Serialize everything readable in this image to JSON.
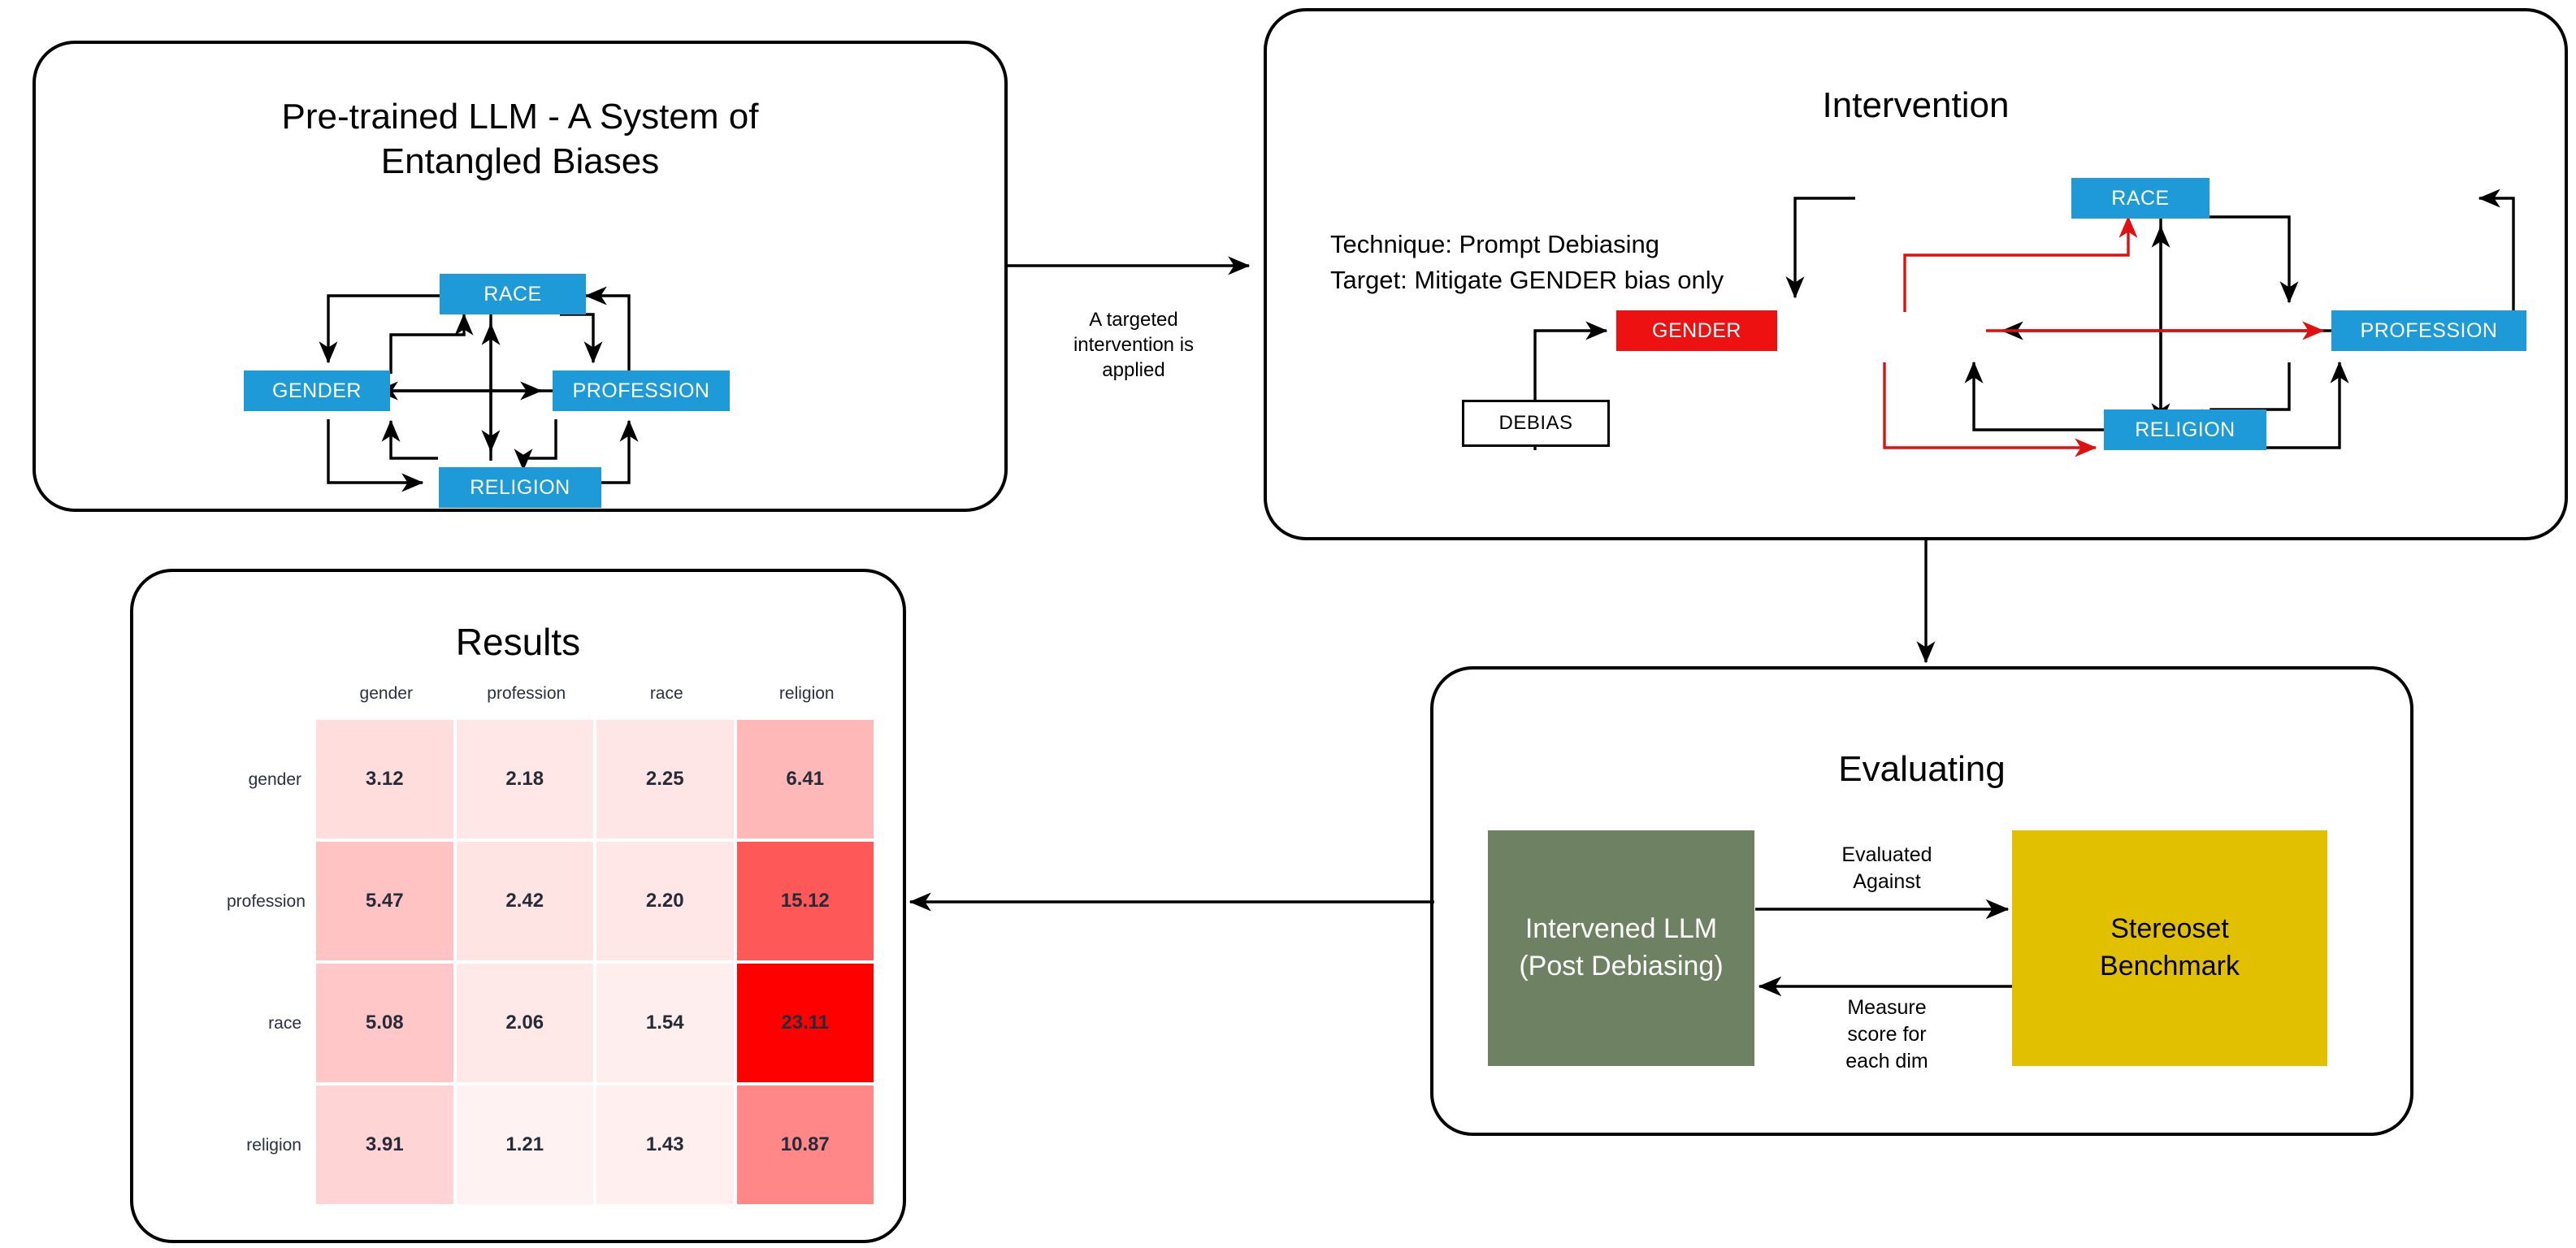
{
  "panels": {
    "pretrained": {
      "title": "Pre-trained LLM - A System of\nEntangled Biases",
      "nodes": {
        "race": "RACE",
        "gender": "GENDER",
        "profession": "PROFESSION",
        "religion": "RELIGION"
      }
    },
    "intervention": {
      "title": "Intervention",
      "body": "Technique: Prompt Debiasing\nTarget: Mitigate GENDER bias only",
      "nodes": {
        "race": "RACE",
        "gender": "GENDER",
        "profession": "PROFESSION",
        "religion": "RELIGION",
        "debias": "DEBIAS"
      }
    },
    "evaluating": {
      "title": "Evaluating",
      "llm_line1": "Intervened LLM",
      "llm_line2": "(Post Debiasing)",
      "benchmark_line1": "Stereoset",
      "benchmark_line2": "Benchmark",
      "edge_forward": "Evaluated\nAgainst",
      "edge_back": "Measure\nscore for\neach dim"
    },
    "results": {
      "title": "Results"
    }
  },
  "connectors": {
    "pretrained_to_intervention": "A targeted\nintervention is\napplied"
  },
  "colors": {
    "node_blue": "#1d9ad7",
    "node_red": "#ee1111",
    "edge_black": "#000000",
    "edge_red": "#e01010",
    "llm_green": "#6f8163",
    "benchmark_yellow": "#e0c000",
    "heat_max": "#ff0000",
    "heat_min": "#ffffff",
    "panel_border": "#000000"
  },
  "chart_data": {
    "type": "heatmap",
    "title": "Results",
    "xlabel": "",
    "ylabel": "",
    "columns": [
      "gender",
      "profession",
      "race",
      "religion"
    ],
    "rows": [
      "gender",
      "profession",
      "race",
      "religion"
    ],
    "values": [
      [
        3.12,
        2.18,
        2.25,
        6.41
      ],
      [
        5.47,
        2.42,
        2.2,
        15.12
      ],
      [
        5.08,
        2.06,
        1.54,
        23.11
      ],
      [
        3.91,
        1.21,
        1.43,
        10.87
      ]
    ],
    "value_labels": [
      [
        "3.12",
        "2.18",
        "2.25",
        "6.41"
      ],
      [
        "5.47",
        "2.42",
        "2.20",
        "15.12"
      ],
      [
        "5.08",
        "2.06",
        "1.54",
        "23.11"
      ],
      [
        "3.91",
        "1.21",
        "1.43",
        "10.87"
      ]
    ],
    "vmin": 0,
    "vmax": 23.11,
    "colormap": "white-to-red",
    "legend": "none",
    "grid": false
  }
}
